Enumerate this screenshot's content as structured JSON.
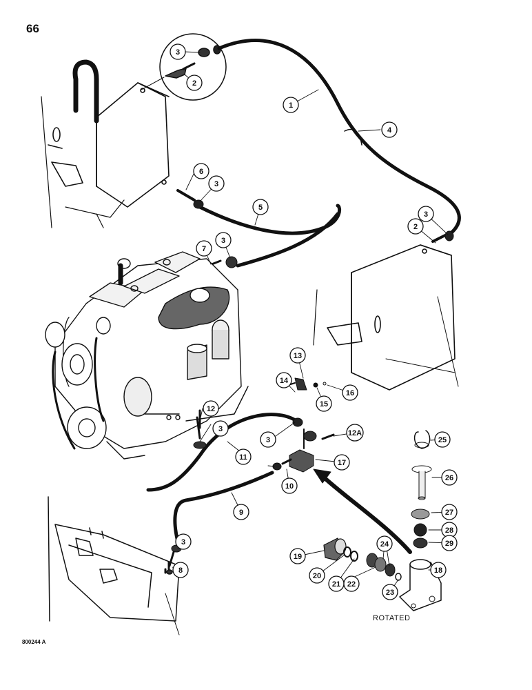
{
  "page_number": "66",
  "figure_code": "800244 A",
  "rotated_label": "ROTATED",
  "callouts": [
    {
      "id": "c1",
      "label": "1"
    },
    {
      "id": "c2a",
      "label": "2"
    },
    {
      "id": "c2b",
      "label": "2"
    },
    {
      "id": "c3a",
      "label": "3"
    },
    {
      "id": "c3b",
      "label": "3"
    },
    {
      "id": "c3c",
      "label": "3"
    },
    {
      "id": "c3d",
      "label": "3"
    },
    {
      "id": "c3e",
      "label": "3"
    },
    {
      "id": "c3f",
      "label": "3"
    },
    {
      "id": "c3g",
      "label": "3"
    },
    {
      "id": "c4",
      "label": "4"
    },
    {
      "id": "c5",
      "label": "5"
    },
    {
      "id": "c6",
      "label": "6"
    },
    {
      "id": "c7",
      "label": "7"
    },
    {
      "id": "c8",
      "label": "8"
    },
    {
      "id": "c9",
      "label": "9"
    },
    {
      "id": "c10",
      "label": "10"
    },
    {
      "id": "c11",
      "label": "11"
    },
    {
      "id": "c12",
      "label": "12"
    },
    {
      "id": "c12a",
      "label": "12A"
    },
    {
      "id": "c13",
      "label": "13"
    },
    {
      "id": "c14",
      "label": "14"
    },
    {
      "id": "c15",
      "label": "15"
    },
    {
      "id": "c16",
      "label": "16"
    },
    {
      "id": "c17",
      "label": "17"
    },
    {
      "id": "c18",
      "label": "18"
    },
    {
      "id": "c19",
      "label": "19"
    },
    {
      "id": "c20",
      "label": "20"
    },
    {
      "id": "c21",
      "label": "21"
    },
    {
      "id": "c22",
      "label": "22"
    },
    {
      "id": "c23",
      "label": "23"
    },
    {
      "id": "c24",
      "label": "24"
    },
    {
      "id": "c25",
      "label": "25"
    },
    {
      "id": "c26",
      "label": "26"
    },
    {
      "id": "c27",
      "label": "27"
    },
    {
      "id": "c28",
      "label": "28"
    },
    {
      "id": "c29",
      "label": "29"
    }
  ]
}
